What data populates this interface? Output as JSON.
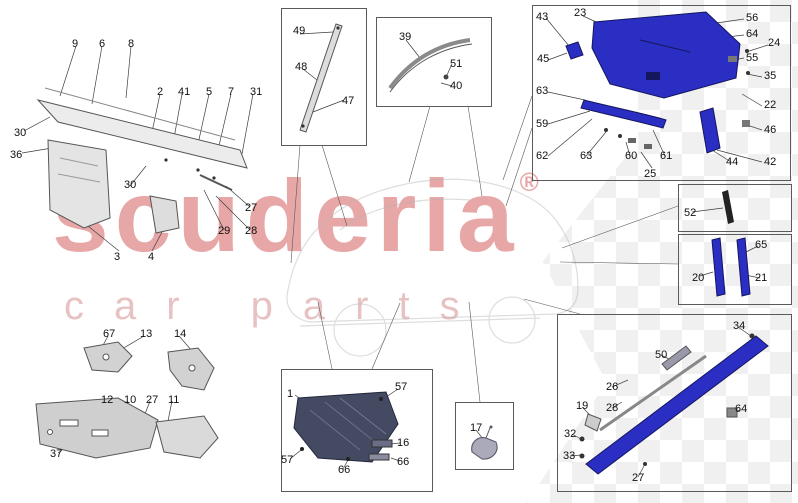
{
  "watermark": {
    "brand": "scuderia",
    "registered": "®",
    "tagline": "car parts"
  },
  "colors": {
    "brand_red": "#d4605f",
    "tagline_pink": "#d89a9a",
    "part_blue": "#2a2ec2",
    "part_blue_dark": "#14165e",
    "checker_gray": "#e0e0e0",
    "line_gray": "#555555",
    "callout_ink": "#111111"
  },
  "panels": {
    "cowl": {
      "callouts": [
        "9",
        "6",
        "8",
        "2",
        "41",
        "5",
        "7",
        "31",
        "30",
        "36",
        "30",
        "27",
        "29",
        "28",
        "3",
        "4"
      ]
    },
    "a_pillar_trim": {
      "callouts": [
        "49",
        "48",
        "47"
      ]
    },
    "roof_moulding": {
      "callouts": [
        "39",
        "51",
        "40"
      ]
    },
    "rear_screen": {
      "callouts": [
        "43",
        "23",
        "56",
        "64",
        "24",
        "45",
        "55",
        "35",
        "63",
        "22",
        "59",
        "46",
        "62",
        "63",
        "60",
        "61",
        "42",
        "44",
        "25"
      ]
    },
    "pillar_strip": {
      "callouts": [
        "52"
      ]
    },
    "b_pillar_trims": {
      "callouts": [
        "65",
        "20",
        "21"
      ]
    },
    "sill": {
      "callouts": [
        "34",
        "50",
        "26",
        "19",
        "28",
        "64",
        "32",
        "33",
        "27"
      ]
    },
    "brackets": {
      "callouts": [
        "67",
        "13",
        "14",
        "12",
        "10",
        "27",
        "11",
        "37"
      ]
    },
    "underbody": {
      "callouts": [
        "1",
        "57",
        "16",
        "66",
        "57",
        "66"
      ]
    },
    "cap": {
      "callouts": [
        "17"
      ]
    }
  }
}
